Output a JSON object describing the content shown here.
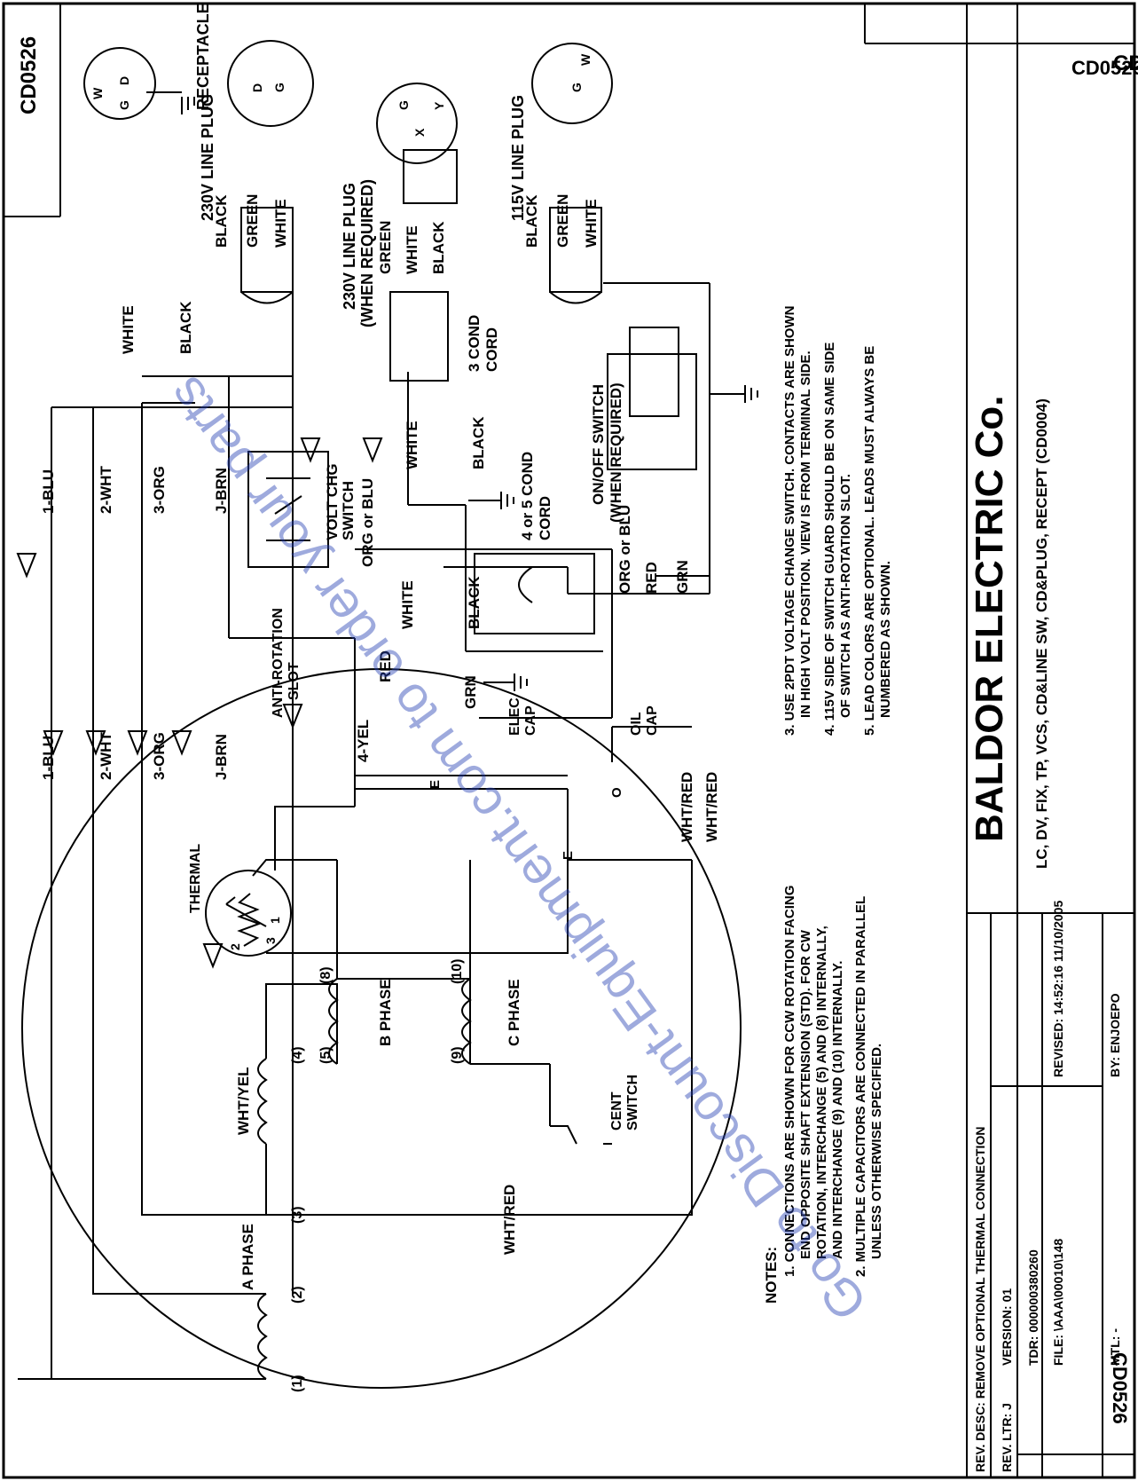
{
  "drawing_id": "CD0526",
  "colors": {
    "ink": "#000000",
    "watermark": "#2b45b6"
  },
  "plugs": {
    "receptacle": {
      "label": "RECEPTACLE",
      "pins": [
        "W",
        "G",
        "D"
      ]
    },
    "plug230": {
      "label": "230V LINE PLUG",
      "wires": [
        "BLACK",
        "GREEN",
        "WHITE"
      ],
      "pins": [
        "D",
        "G"
      ]
    },
    "plug230_opt": {
      "label1": "230V LINE PLUG",
      "label2": "(WHEN REQUIRED)",
      "wires": [
        "GREEN",
        "WHITE",
        "BLACK"
      ],
      "pins": [
        "G",
        "X",
        "Y"
      ]
    },
    "plug115": {
      "label": "115V LINE PLUG",
      "wires": [
        "BLACK",
        "GREEN",
        "WHITE"
      ],
      "pins": [
        "G",
        "W"
      ]
    }
  },
  "cords": {
    "three_cond": [
      "3 COND",
      "CORD"
    ],
    "four_five_cond": [
      "4 or 5 COND",
      "CORD"
    ],
    "on_off_switch": [
      "ON/OFF SWITCH",
      "(WHEN REQUIRED)"
    ],
    "volt_chg_switch": [
      "VOLT CHG",
      "SWITCH"
    ],
    "anti_rotation": [
      "ANTI-ROTATION",
      "SLOT"
    ]
  },
  "wires": {
    "white": "WHITE",
    "black": "BLACK",
    "grn": "GRN",
    "red": "RED",
    "org_or_blu": "ORG or BLU",
    "blu1": "1-BLU",
    "wht2": "2-WHT",
    "org3": "3-ORG",
    "jbrn": "J-BRN",
    "yel4": "4-YEL",
    "wht_red": "WHT/RED",
    "wht_yel": "WHT/YEL"
  },
  "motor": {
    "thermal": "THERMAL",
    "a_phase": "A PHASE",
    "b_phase": "B PHASE",
    "c_phase": "C PHASE",
    "cent_switch": [
      "CENT",
      "SWITCH"
    ],
    "elec_cap": [
      "ELEC",
      "CAP"
    ],
    "oil_cap": [
      "OIL",
      "CAP"
    ],
    "terminals": [
      "(1)",
      "(2)",
      "(3)",
      "(4)",
      "(5)",
      "(8)",
      "(9)",
      "(10)"
    ],
    "thermal_pins": [
      "1",
      "2",
      "3"
    ],
    "cap_pins": [
      "E",
      "E",
      "O"
    ]
  },
  "notes": {
    "heading": "NOTES:",
    "n1": [
      "1.  CONNECTIONS ARE SHOWN FOR CCW ROTATION FACING",
      "END OPPOSITE SHAFT EXTENSION (STD).   FOR CW",
      "ROTATION, INTERCHANGE (5) AND (8) INTERNALLY,",
      "AND INTERCHANGE (9) AND (10) INTERNALLY."
    ],
    "n2": [
      "2.  MULTIPLE CAPACITORS ARE CONNECTED IN PARALLEL",
      "UNLESS OTHERWISE SPECIFIED."
    ],
    "n3": [
      "3.  USE 2PDT VOLTAGE CHANGE SWITCH.   CONTACTS ARE SHOWN",
      "IN HIGH VOLT POSITION.   VIEW IS FROM TERMINAL SIDE."
    ],
    "n4": [
      "4.  115V SIDE OF SWITCH GUARD SHOULD BE ON SAME SIDE",
      "OF SWITCH AS ANTI-ROTATION SLOT."
    ],
    "n5": [
      "5.  LEAD COLORS ARE OPTIONAL.   LEADS MUST ALWAYS BE",
      "NUMBERED AS SHOWN."
    ]
  },
  "title_block": {
    "rev_desc": "REV. DESC:  REMOVE OPTIONAL THERMAL CONNECTION",
    "rev_ltr": "REV. LTR:  J",
    "version": "VERSION: 01",
    "tdr": "TDR: 000000380260",
    "file": "FILE: \\AAA\\00010\\148",
    "revised": "REVISED: 14:52:16 11/10/2005",
    "mtl": "MTL: -",
    "by": "BY: ENJOEPO",
    "company": "BALDOR  ELECTRIC  Co.",
    "description": "LC, DV, FIX, TP, VCS, CD&LINE SW, CD&PLUG, RECEPT (CD0004)"
  },
  "watermark": "Go to Discount-Equipment.com to order your parts"
}
